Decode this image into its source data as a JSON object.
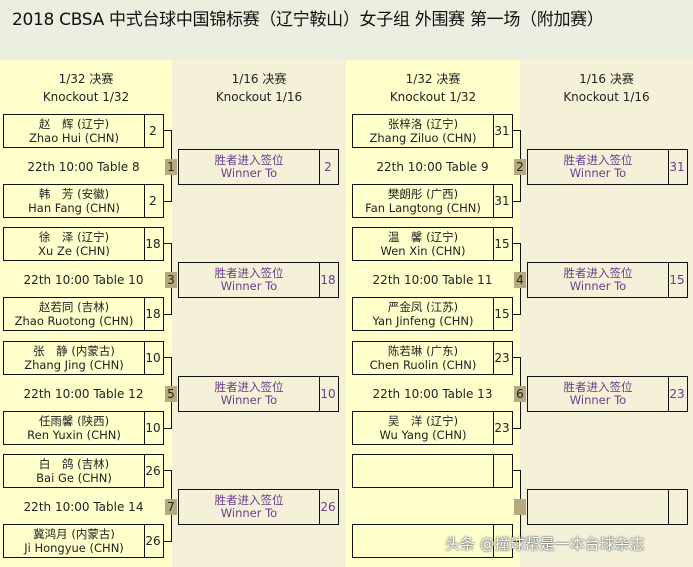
{
  "title": "2018 CBSA 中式台球中国锦标赛（辽宁鞍山）女子组 外围赛 第一场（附加赛）",
  "columns": [
    {
      "cn": "1/32 决赛",
      "en": "Knockout 1/32"
    },
    {
      "cn": "1/16 决赛",
      "en": "Knockout 1/16"
    },
    {
      "cn": "1/32 决赛",
      "en": "Knockout 1/32"
    },
    {
      "cn": "1/16 决赛",
      "en": "Knockout 1/16"
    }
  ],
  "left": {
    "matches": [
      {
        "num": "1",
        "schedule": "22th 10:00 Table 8",
        "p1": {
          "cn": "赵　辉 (辽宁)",
          "en": "Zhao Hui (CHN)",
          "seed": "2"
        },
        "p2": {
          "cn": "韩　芳 (安徽)",
          "en": "Han Fang (CHN)",
          "seed": "2"
        },
        "winner": {
          "cn": "胜者进入签位",
          "en": "Winner To",
          "slot": "2"
        }
      },
      {
        "num": "3",
        "schedule": "22th 10:00 Table 10",
        "p1": {
          "cn": "徐　泽 (辽宁)",
          "en": "Xu Ze (CHN)",
          "seed": "18"
        },
        "p2": {
          "cn": "赵若同 (吉林)",
          "en": "Zhao Ruotong (CHN)",
          "seed": "18"
        },
        "winner": {
          "cn": "胜者进入签位",
          "en": "Winner To",
          "slot": "18"
        }
      },
      {
        "num": "5",
        "schedule": "22th 10:00 Table 12",
        "p1": {
          "cn": "张　静 (内蒙古)",
          "en": "Zhang Jing (CHN)",
          "seed": "10"
        },
        "p2": {
          "cn": "任雨馨 (陕西)",
          "en": "Ren Yuxin (CHN)",
          "seed": "10"
        },
        "winner": {
          "cn": "胜者进入签位",
          "en": "Winner To",
          "slot": "10"
        }
      },
      {
        "num": "7",
        "schedule": "22th 10:00 Table 14",
        "p1": {
          "cn": "白　鸽 (吉林)",
          "en": "Bai Ge (CHN)",
          "seed": "26"
        },
        "p2": {
          "cn": "冀鸿月 (内蒙古)",
          "en": "Ji Hongyue (CHN)",
          "seed": "26"
        },
        "winner": {
          "cn": "胜者进入签位",
          "en": "Winner To",
          "slot": "26"
        }
      }
    ]
  },
  "right": {
    "matches": [
      {
        "num": "2",
        "schedule": "22th 10:00 Table 9",
        "p1": {
          "cn": "张梓洛 (辽宁)",
          "en": "Zhang Ziluo (CHN)",
          "seed": "31"
        },
        "p2": {
          "cn": "樊朗彤 (广西)",
          "en": "Fan Langtong (CHN)",
          "seed": "31"
        },
        "winner": {
          "cn": "胜者进入签位",
          "en": "Winner To",
          "slot": "31"
        }
      },
      {
        "num": "4",
        "schedule": "22th 10:00 Table 11",
        "p1": {
          "cn": "温　馨 (辽宁)",
          "en": "Wen Xin (CHN)",
          "seed": "15"
        },
        "p2": {
          "cn": "严金凤 (江苏)",
          "en": "Yan Jinfeng (CHN)",
          "seed": "15"
        },
        "winner": {
          "cn": "胜者进入签位",
          "en": "Winner To",
          "slot": "15"
        }
      },
      {
        "num": "6",
        "schedule": "22th 10:00 Table 13",
        "p1": {
          "cn": "陈若琳 (广东)",
          "en": "Chen Ruolin (CHN)",
          "seed": "23"
        },
        "p2": {
          "cn": "吴　洋 (辽宁)",
          "en": "Wu Yang (CHN)",
          "seed": "23"
        },
        "winner": {
          "cn": "胜者进入签位",
          "en": "Winner To",
          "slot": "23"
        }
      },
      {
        "num": "",
        "schedule": "",
        "p1": {
          "cn": "",
          "en": "",
          "seed": ""
        },
        "p2": {
          "cn": "",
          "en": "",
          "seed": ""
        },
        "winner": {
          "cn": "",
          "en": "",
          "slot": ""
        }
      }
    ]
  },
  "watermark": "头条 @撞球帮是一本台球杂志"
}
